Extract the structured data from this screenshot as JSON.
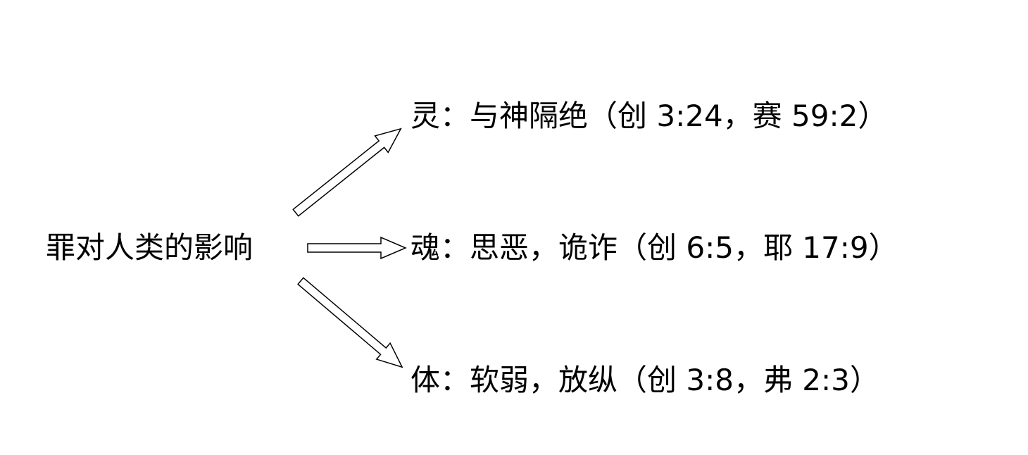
{
  "source": {
    "label": "罪对人类的影响"
  },
  "effects": [
    {
      "label": "灵：与神隔绝（创 3:24，赛 59:2）"
    },
    {
      "label": "魂：思恶，诡诈（创 6:5，耶 17:9）"
    },
    {
      "label": "体：软弱，放纵（创 3:8，弗 2:3）"
    }
  ]
}
